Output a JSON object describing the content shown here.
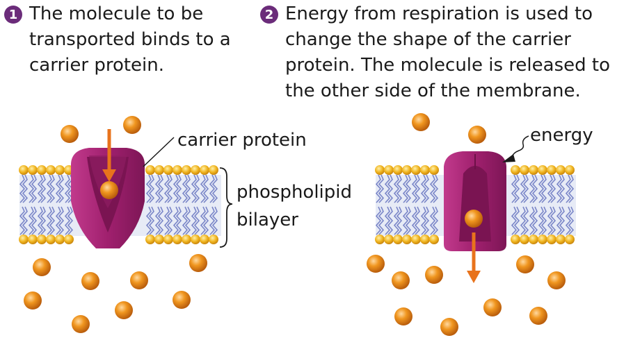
{
  "steps": [
    {
      "number": "1",
      "text": "The molecule to be transported binds to a carrier protein."
    },
    {
      "number": "2",
      "text": "Energy from respiration is used to change the shape of the carrier protein. The molecule is released to the other side of the membrane."
    }
  ],
  "labels": {
    "carrier_protein": "carrier protein",
    "phospholipid": "phospholipid",
    "bilayer": "bilayer",
    "energy": "energy"
  },
  "colors": {
    "step_circle": "#6b2c7a",
    "protein": "#a0206e",
    "molecule": "#e8891c",
    "arrow": "#e8731c",
    "lipid_head": "#f0b41e",
    "lipid_tail": "#7a86c8"
  }
}
